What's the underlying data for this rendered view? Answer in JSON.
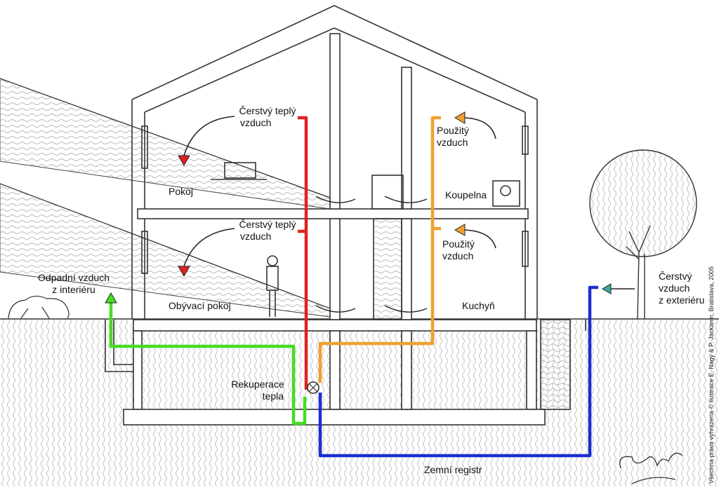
{
  "labels": {
    "fresh_warm_air_1": [
      "Čerstvý teplý",
      "vzduch"
    ],
    "used_air_1": [
      "Použitý",
      "vzduch"
    ],
    "room": "Pokoj",
    "bathroom": "Koupelna",
    "fresh_warm_air_2": [
      "Čerstvý teplý",
      "vzduch"
    ],
    "used_air_2": [
      "Použitý",
      "vzduch"
    ],
    "exhaust_air": [
      "Odpadní vzduch",
      "z interiéru"
    ],
    "living_room": "Obývací pokoj",
    "kitchen": "Kuchyň",
    "fresh_air_exterior": [
      "Čerstvý",
      "vzduch",
      "z exteriéru"
    ],
    "heat_recovery": [
      "Rekuperace",
      "tepla"
    ],
    "ground_register": "Zemní registr"
  },
  "credit": "Všechna práva vyhrazena © Ilustrace E. Nagy & P. Jackanin, Bratislava, 2005",
  "colors": {
    "fresh_warm": "#e02020",
    "used": "#f0a030",
    "exhaust": "#44dd22",
    "fresh_exterior": "#1a2fd0",
    "sketch": "#333333",
    "hatch": "#dddddd"
  }
}
